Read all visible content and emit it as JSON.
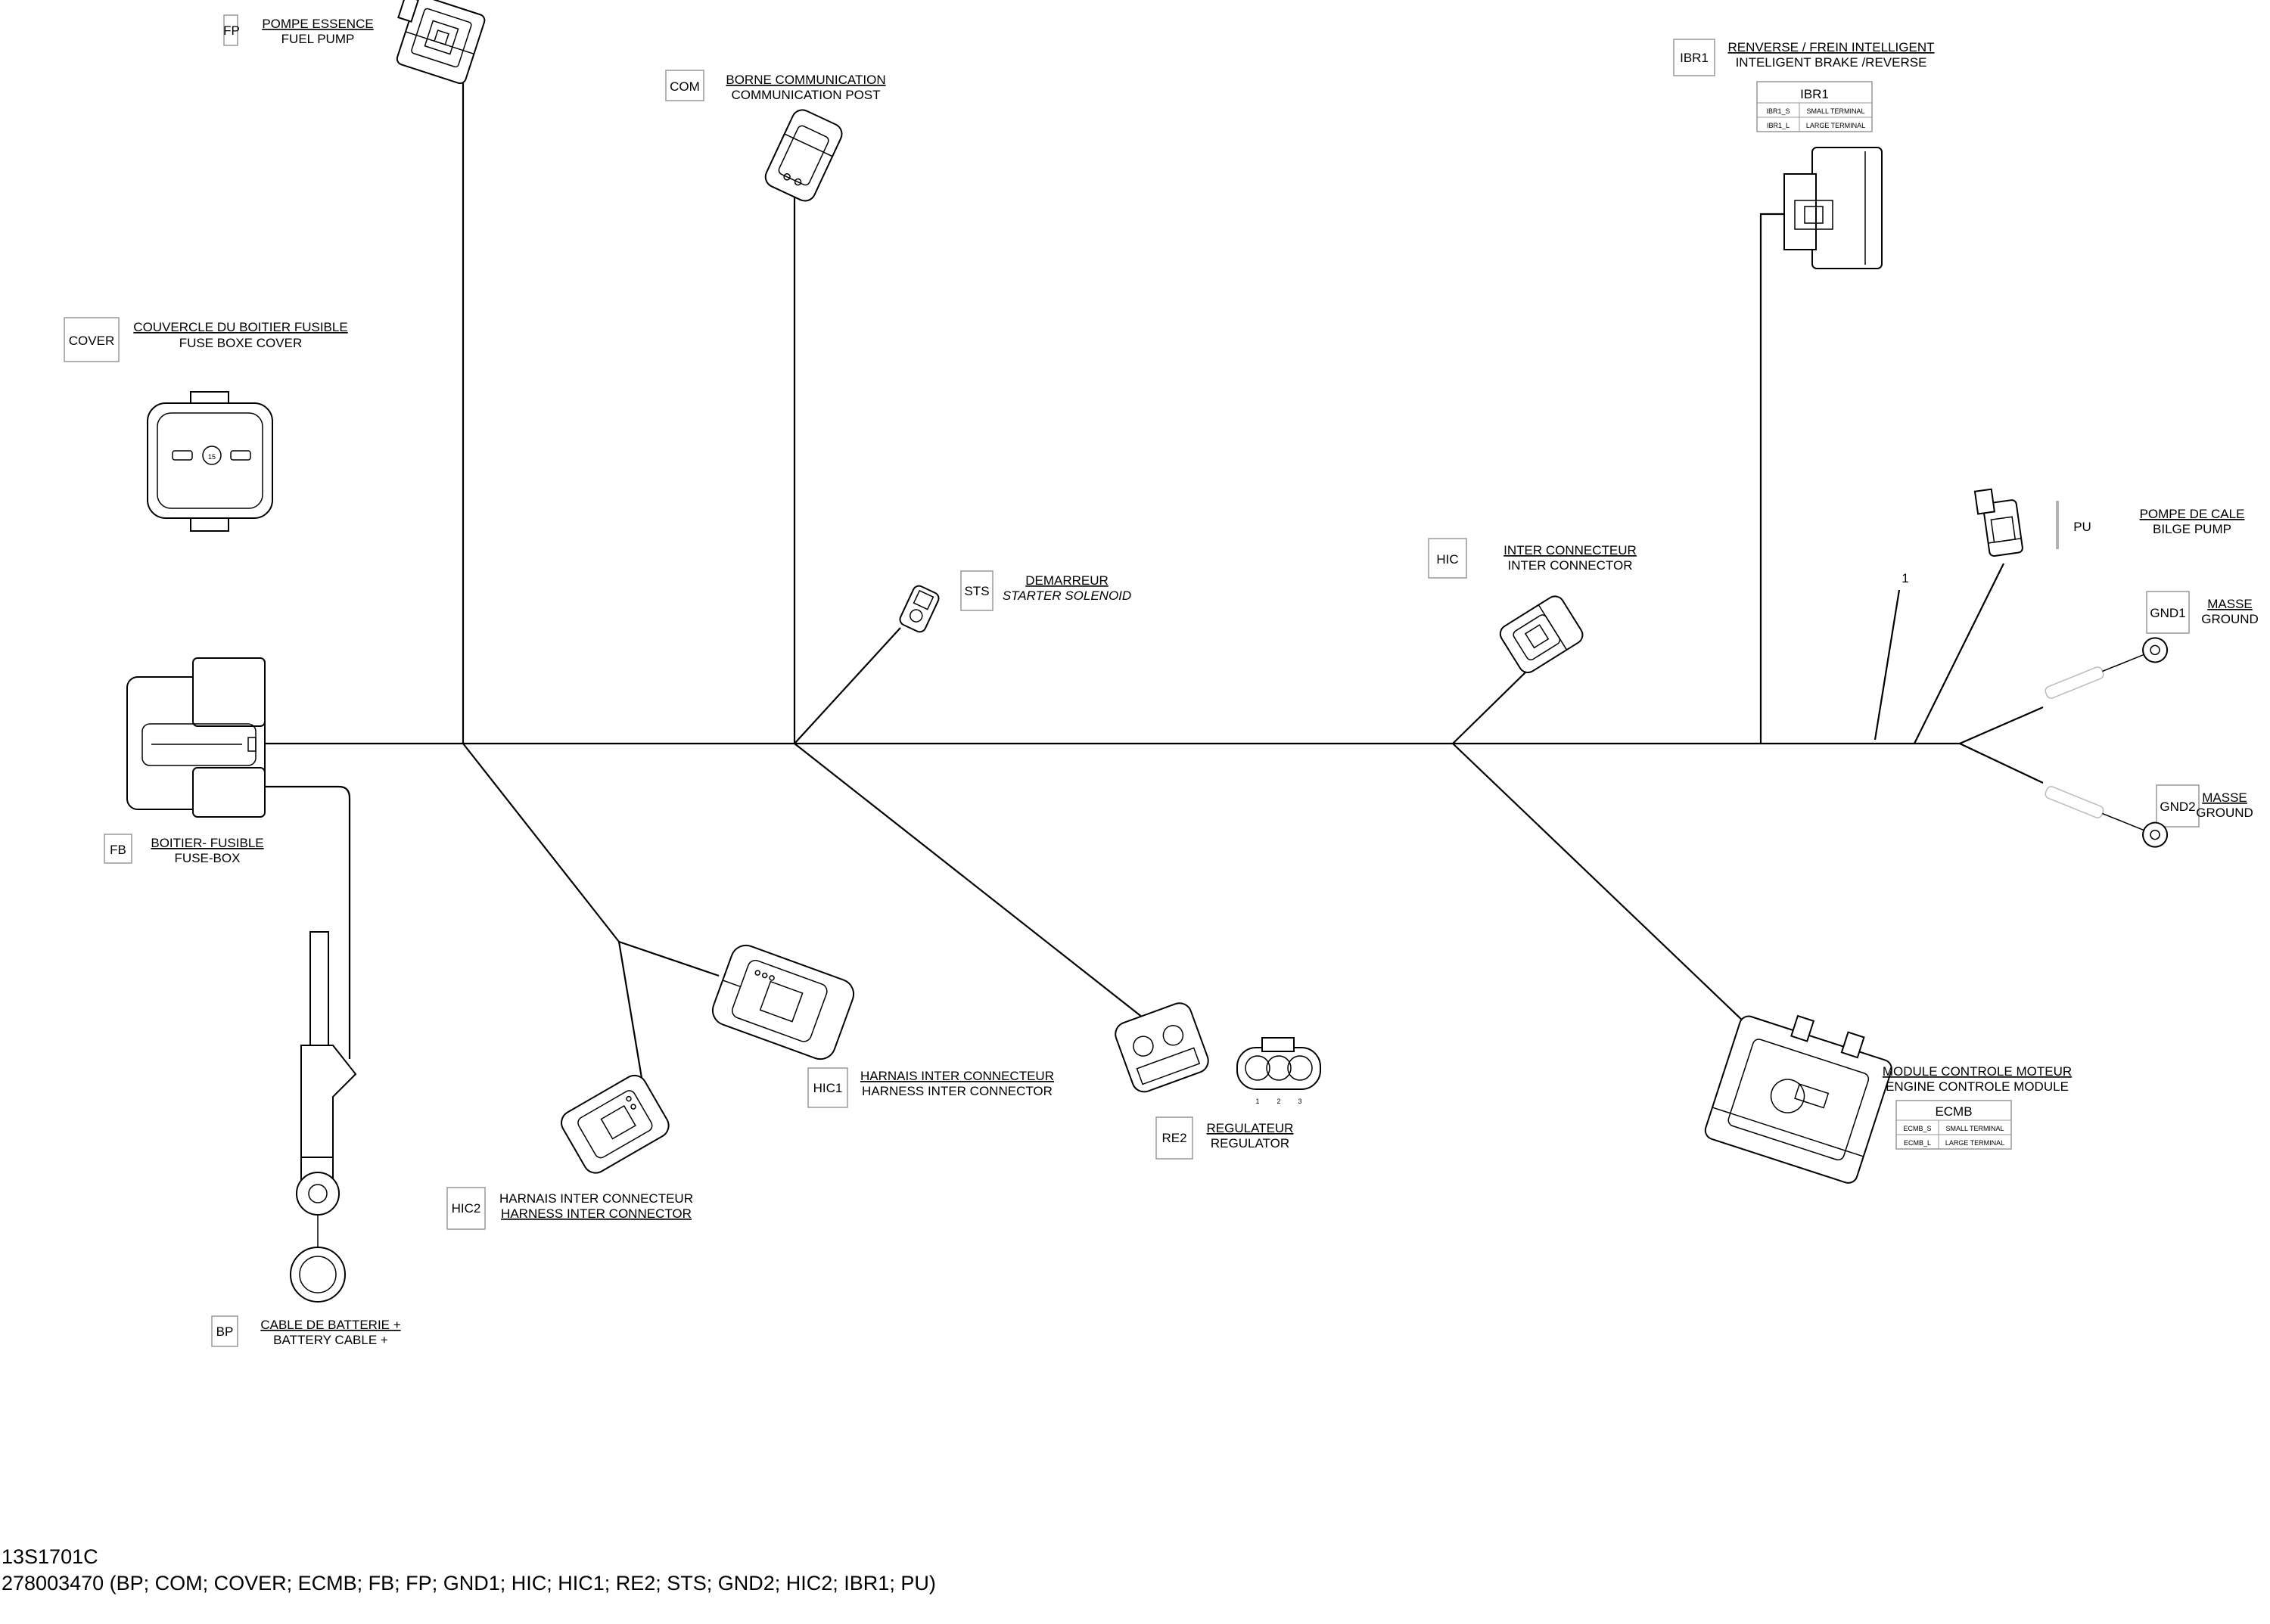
{
  "labels": {
    "FP": {
      "code": "FP",
      "fr": "POMPE ESSENCE",
      "en": "FUEL PUMP"
    },
    "COM": {
      "code": "COM",
      "fr": "BORNE COMMUNICATION",
      "en": "COMMUNICATION POST"
    },
    "IBR1": {
      "code": "IBR1",
      "fr": "RENVERSE / FREIN INTELLIGENT",
      "en": "INTELIGENT BRAKE /REVERSE"
    },
    "COVER": {
      "code": "COVER",
      "fr": "COUVERCLE DU BOITIER FUSIBLE",
      "en": "FUSE BOXE COVER"
    },
    "PU": {
      "code": "PU",
      "fr": "POMPE DE CALE",
      "en": "BILGE PUMP"
    },
    "GND1": {
      "code": "GND1",
      "fr": "MASSE",
      "en": "GROUND"
    },
    "GND2": {
      "code": "GND2",
      "fr": "MASSE",
      "en": "GROUND"
    },
    "HIC": {
      "code": "HIC",
      "fr": "INTER CONNECTEUR",
      "en": "INTER CONNECTOR"
    },
    "STS": {
      "code": "STS",
      "fr": "DEMARREUR",
      "en": "STARTER SOLENOID"
    },
    "FB": {
      "code": "FB",
      "fr": "BOITIER- FUSIBLE",
      "en": "FUSE-BOX"
    },
    "HIC1": {
      "code": "HIC1",
      "fr": "HARNAIS INTER CONNECTEUR",
      "en": "HARNESS INTER CONNECTOR"
    },
    "HIC2": {
      "code": "HIC2",
      "fr": "HARNAIS INTER CONNECTEUR",
      "en": "HARNESS INTER CONNECTOR"
    },
    "RE2": {
      "code": "RE2",
      "fr": "REGULATEUR",
      "en": "REGULATOR"
    },
    "ECMB": {
      "code": "",
      "fr": "MODULE CONTROLE MOTEUR",
      "en": "ENGINE CONTROLE MODULE"
    },
    "BP": {
      "code": "BP",
      "fr": "CABLE DE BATTERIE +",
      "en": "BATTERY CABLE +"
    }
  },
  "ibr1_table": {
    "title": "IBR1",
    "rows": [
      [
        "IBR1_S",
        "SMALL TERMINAL"
      ],
      [
        "IBR1_L",
        "LARGE TERMINAL"
      ]
    ]
  },
  "ecmb_table": {
    "title": "ECMB",
    "rows": [
      [
        "ECMB_S",
        "SMALL TERMINAL"
      ],
      [
        "ECMB_L",
        "LARGE TERMINAL"
      ]
    ]
  },
  "callout": "1",
  "fuse_number": "15",
  "regulator_pins": [
    "1",
    "2",
    "3"
  ],
  "footer": {
    "drawing_id": "13S1701C",
    "part_line": "278003470 (BP; COM; COVER; ECMB; FB; FP; GND1; HIC; HIC1; RE2; STS; GND2; HIC2; IBR1; PU)"
  }
}
